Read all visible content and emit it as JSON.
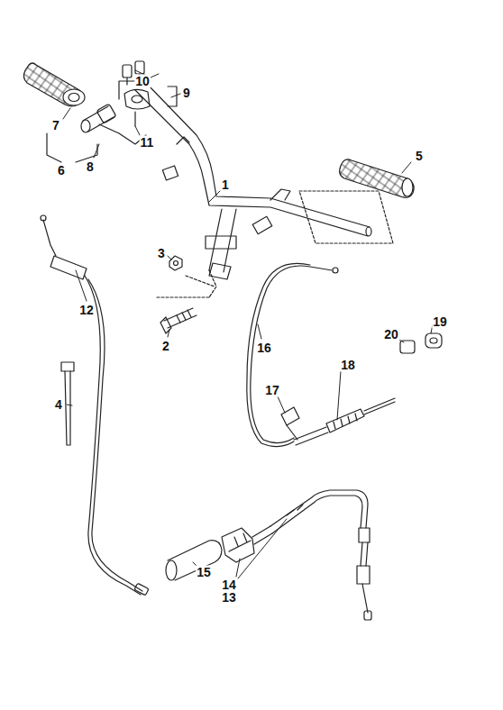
{
  "diagram": {
    "labels": [
      "10",
      "9",
      "7",
      "11",
      "8",
      "6",
      "5",
      "1",
      "3",
      "2",
      "12",
      "4",
      "16",
      "20",
      "19",
      "18",
      "17",
      "15",
      "14",
      "13"
    ]
  }
}
